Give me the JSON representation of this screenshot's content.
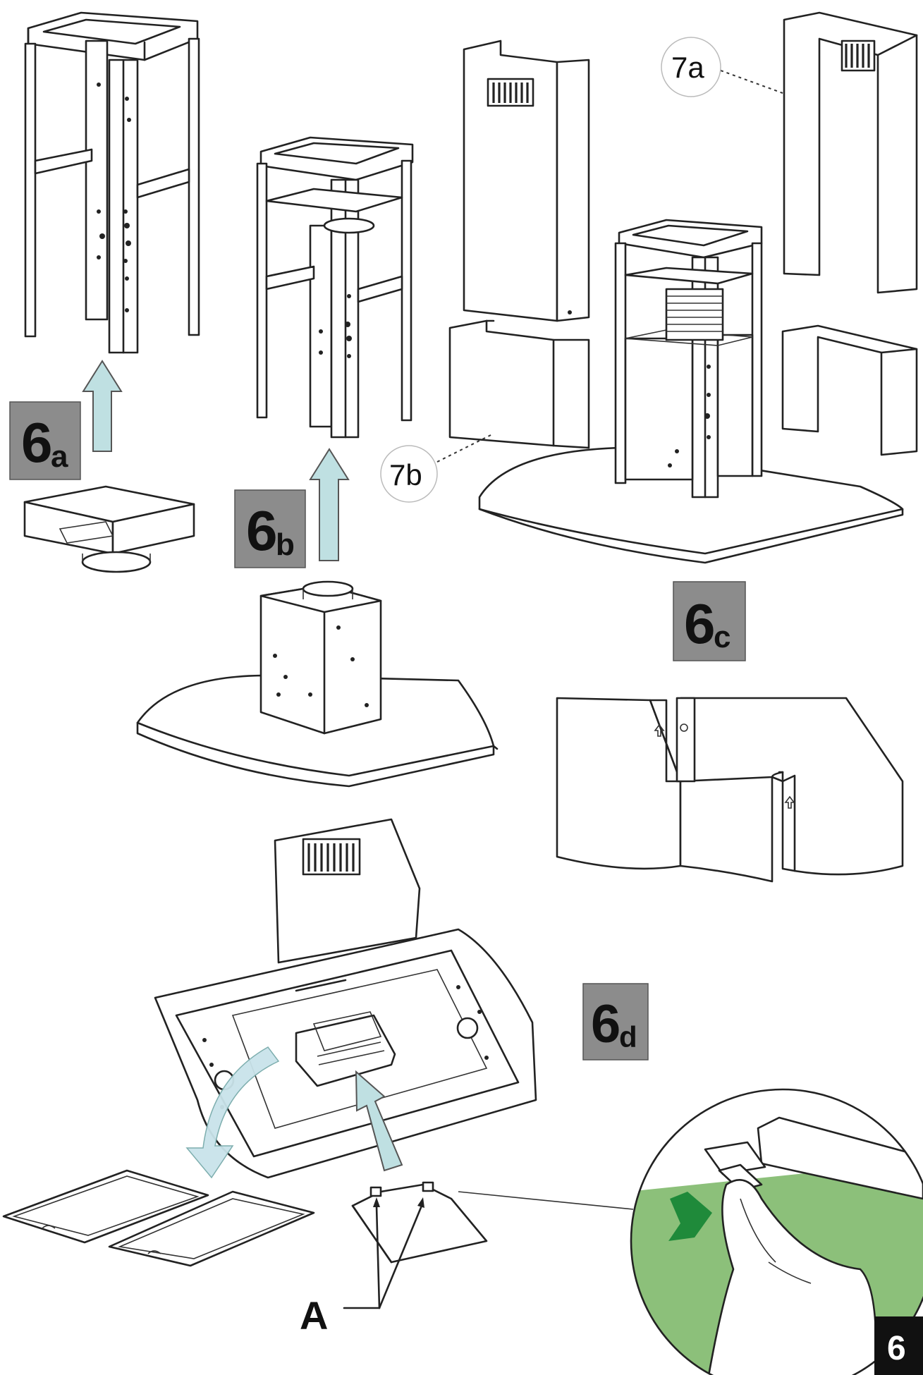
{
  "labels": {
    "step_6a": {
      "num": "6",
      "sub": "a"
    },
    "step_6b": {
      "num": "6",
      "sub": "b"
    },
    "step_6c": {
      "num": "6",
      "sub": "c"
    },
    "step_6d": {
      "num": "6",
      "sub": "d"
    },
    "callout_7a": "7a",
    "callout_7b": "7b",
    "pointer_a": "A",
    "page_number": "6"
  },
  "colors": {
    "arrow_fill": "#bfe0e2",
    "badge_fill": "#8c8c8c",
    "page_badge_fill": "#111111",
    "zoom_green": "#8cc07a",
    "zoom_arrow": "#1f8a3a"
  }
}
